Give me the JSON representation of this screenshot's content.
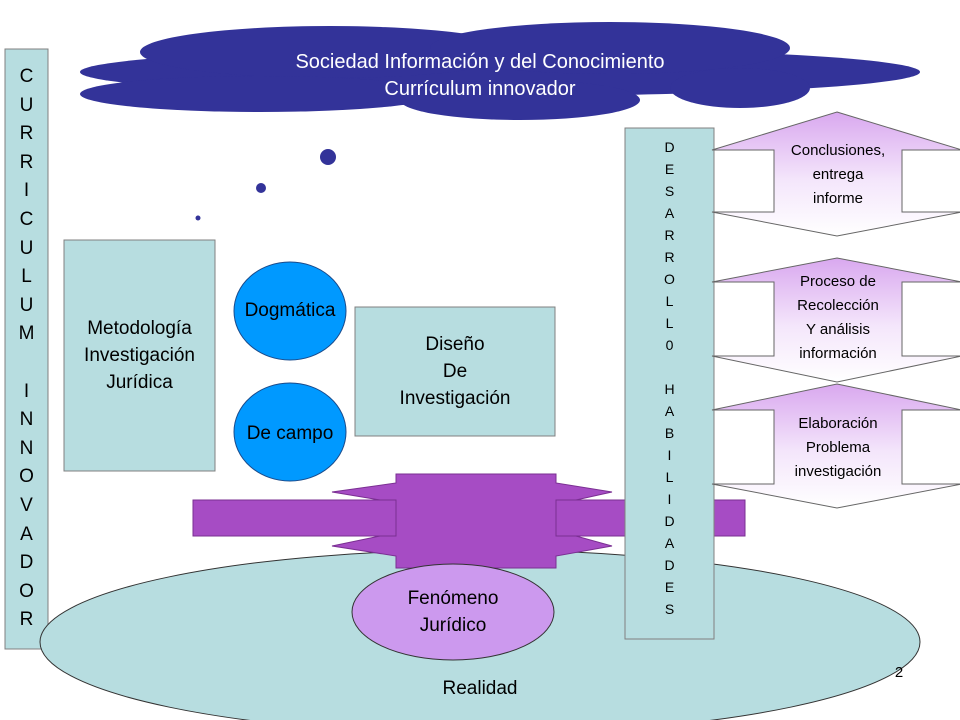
{
  "cloud": {
    "line1": "Sociedad Información y del Conocimiento",
    "line2": "Currículum innovador"
  },
  "sidebar_letters": [
    "C",
    "U",
    "R",
    "R",
    "I",
    "C",
    "U",
    "L",
    "U",
    "M",
    "",
    "I",
    "N",
    "N",
    "O",
    "V",
    "A",
    "D",
    "O",
    "R"
  ],
  "desarrollo_letters": [
    "D",
    "E",
    "S",
    "A",
    "R",
    "R",
    "O",
    "L",
    "L",
    "0",
    "",
    "H",
    "A",
    "B",
    "I",
    "L",
    "I",
    "D",
    "A",
    "D",
    "E",
    "S"
  ],
  "metodologia": {
    "line1": "Metodología",
    "line2": "Investigación",
    "line3": "Jurídica"
  },
  "dogmatica": "Dogmática",
  "de_campo": "De campo",
  "diseno": {
    "line1": "Diseño",
    "line2": "De",
    "line3": "Investigación"
  },
  "steps": [
    {
      "line1": "Conclusiones,",
      "line2": "entrega",
      "line3": "informe"
    },
    {
      "line1": "Proceso de",
      "line2": "Recolección",
      "line3": "Y análisis",
      "line4": "información"
    },
    {
      "line1": "Elaboración",
      "line2": "Problema",
      "line3": "investigación"
    }
  ],
  "fenomeno": {
    "line1": "Fenómeno",
    "line2": "Jurídico"
  },
  "realidad": "Realidad",
  "page_number": "2",
  "colors": {
    "navy": "#333399",
    "light_teal": "#b7dde0",
    "blue": "#0099ff",
    "purple": "#a64cc4",
    "lavender": "#cc99ee",
    "border": "#808080"
  }
}
